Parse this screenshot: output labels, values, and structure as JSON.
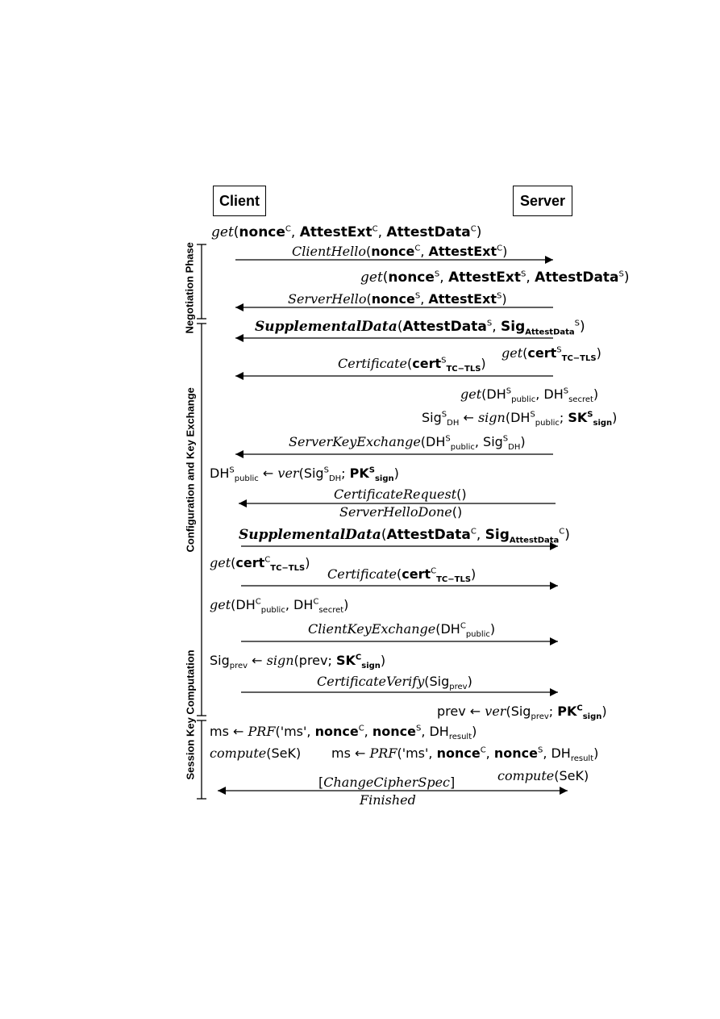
{
  "participants": {
    "client": "Client",
    "server": "Server"
  },
  "phases": {
    "negotiation": "Negotiation Phase",
    "configuration": "Configuration and Key Exchange",
    "session_key": "Session Key Computation"
  },
  "tokens": {
    "get": "get",
    "ClientHello": "ClientHello",
    "ServerHello": "ServerHello",
    "SupplementalData": "SupplementalData",
    "Certificate": "Certificate",
    "sign": "sign",
    "ServerKeyExchange": "ServerKeyExchange",
    "ver": "ver",
    "CertificateRequest": "CertificateRequest",
    "ServerHelloDone": "ServerHelloDone",
    "ClientKeyExchange": "ClientKeyExchange",
    "CertificateVerify": "CertificateVerify",
    "PRF": "PRF",
    "compute": "compute",
    "ChangeCipherSpec": "ChangeCipherSpec",
    "Finished": "Finished",
    "nonce": "nonce",
    "AttestExt": "AttestExt",
    "AttestData": "AttestData",
    "Sig": "Sig",
    "cert": "cert",
    "DH": "DH",
    "SK": "SK",
    "PK": "PK",
    "prev": "prev",
    "ms": "ms",
    "SeK": "SeK",
    "sup_C": "C",
    "sup_S": "S",
    "sub_AttestData": "AttestData",
    "sub_TCTLS": "TC−TLS",
    "sub_public": "public",
    "sub_secret": "secret",
    "sub_DH": "DH",
    "sub_sign": "sign",
    "sub_prev": "prev",
    "sub_result": "result",
    "arrow_left": "←",
    "empty_parens": "()",
    "ms_quote": "'ms'"
  },
  "colors": {
    "ink": "#000000",
    "background": "#ffffff"
  }
}
